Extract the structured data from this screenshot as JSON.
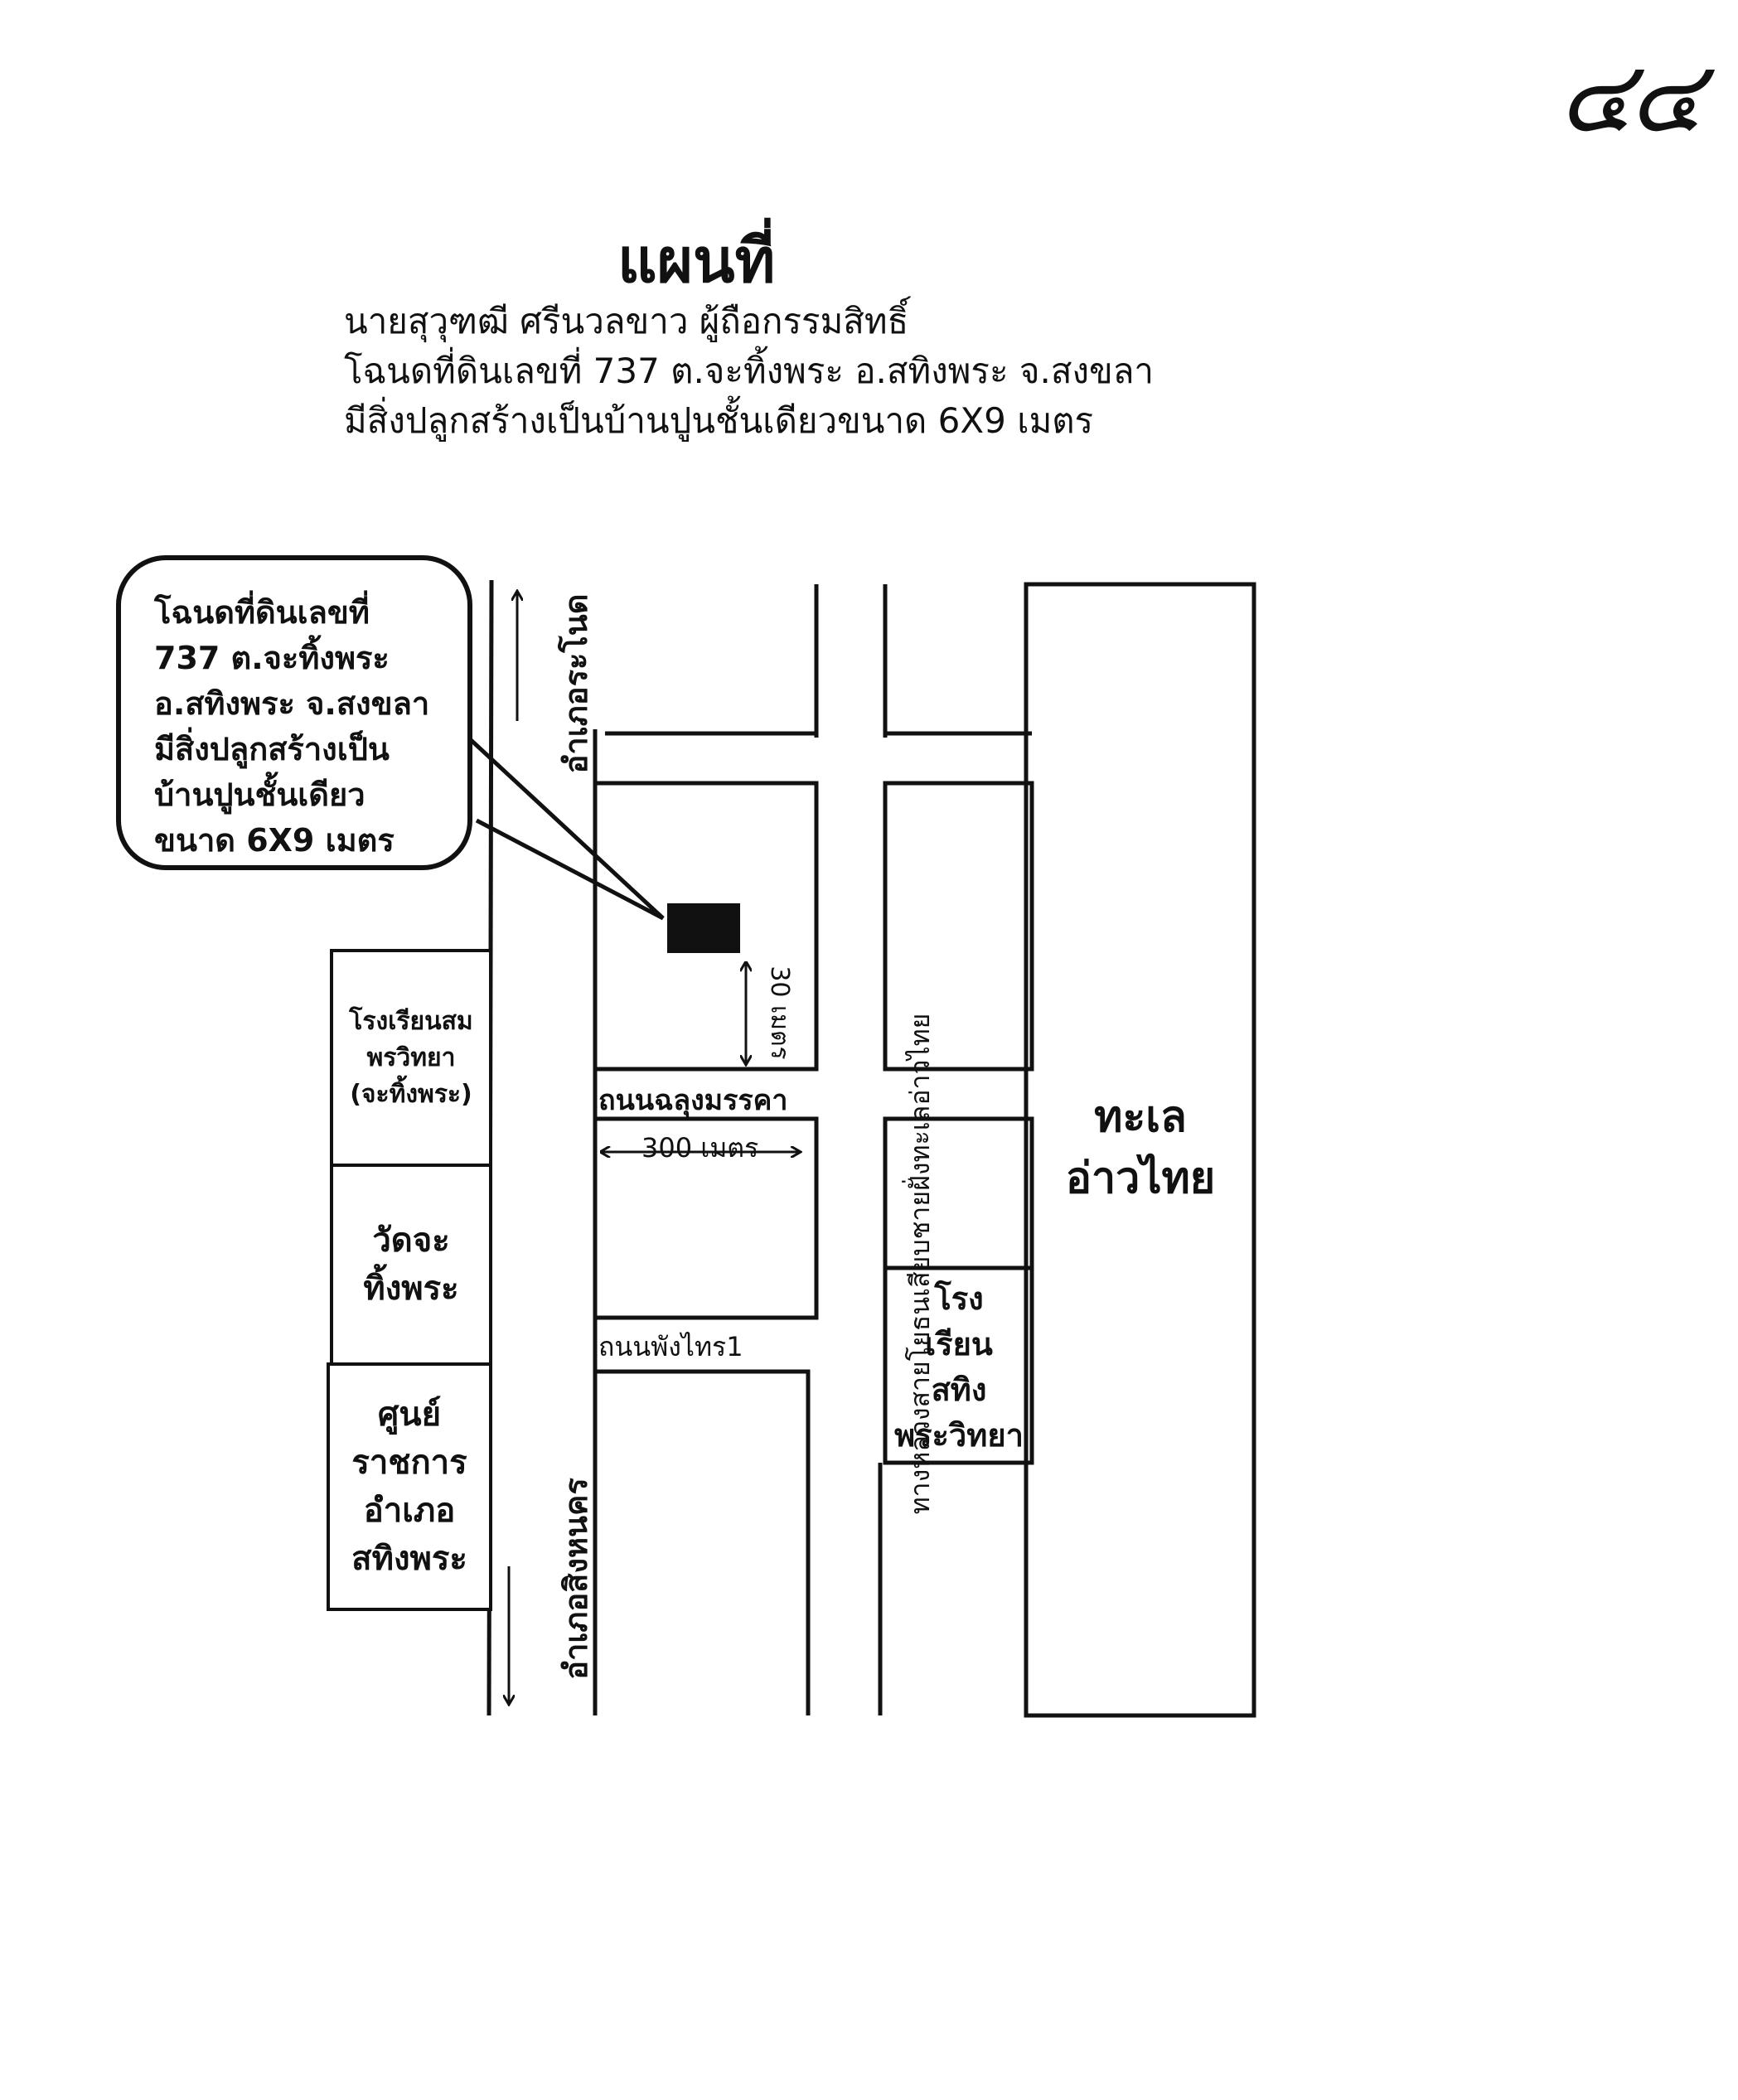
{
  "page_number": "๔๔",
  "title": "แผนที่",
  "sublines": [
    "นายสุวุฑฒี ศรีนวลขาว ผู้ถือกรรมสิทธิ์",
    "โฉนดที่ดินเลขที่ 737 ต.จะทิ้งพระ อ.สทิงพระ จ.สงขลา",
    "มีสิ่งปลูกสร้างเป็นบ้านปูนชั้นเดียวขนาด 6X9 เมตร"
  ],
  "callout_lines": [
    "โฉนดที่ดินเลขที่",
    "737 ต.จะทิ้งพระ",
    "อ.สทิงพระ จ.สงขลา",
    "มีสิ่งปลูกสร้างเป็น",
    "บ้านปูนชั้นเดียว",
    "ขนาด 6X9 เมตร"
  ],
  "roads": {
    "north": "อำเภอระโนด",
    "south": "อำเภอสิงหนคร",
    "highway": "ทางหลวงสายโยธนเสียบชายฝั่งทะเลอ่าวไทย",
    "chalung": "ถนนฉลุงมรรคา",
    "phangthai": "ถนนพังไทร1"
  },
  "distances": {
    "vertical": "30 เมตร",
    "horizontal": "300 เมตร"
  },
  "places": {
    "school_somphon": [
      "โรงเรียนสม",
      "พรวิทยา",
      "(จะทิ้งพระ)"
    ],
    "wat": [
      "วัดจะ",
      "ทิ้งพระ"
    ],
    "gov_center": [
      "ศูนย์",
      "ราชการ",
      "อำเภอ",
      "สทิงพระ"
    ],
    "school_sathing": [
      "โรง",
      "เรียน",
      "สทิง",
      "พระวิทยา"
    ],
    "sea": [
      "ทะเล",
      "อ่าวไทย"
    ]
  }
}
